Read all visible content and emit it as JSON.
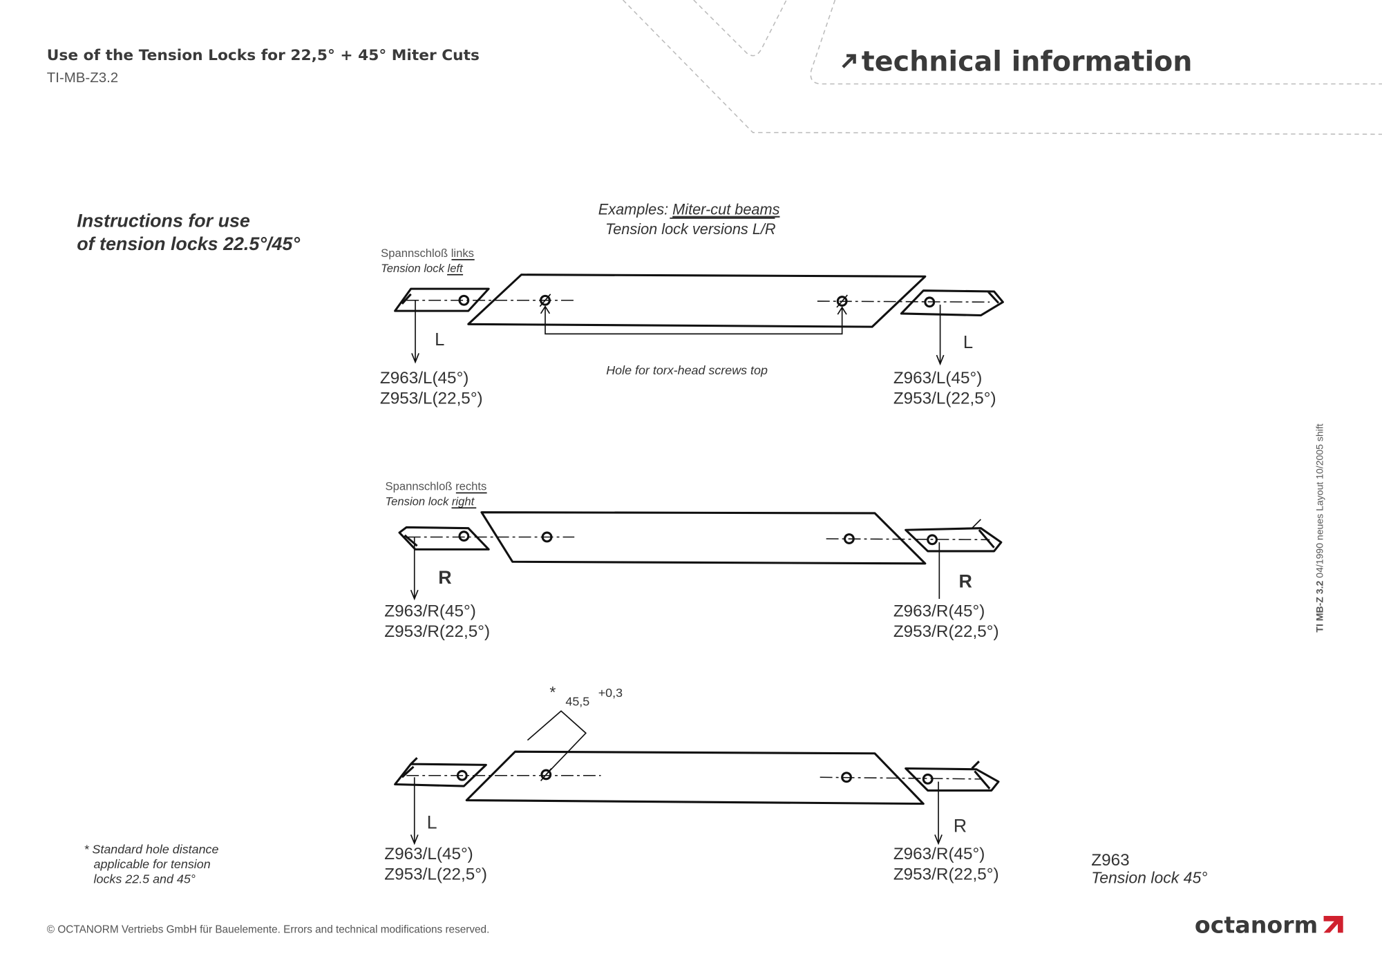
{
  "header": {
    "title": "Use of the Tension Locks for 22,5° + 45° Miter Cuts",
    "doc_id": "TI-MB-Z3.2",
    "section": "technical information",
    "section_icon": "arrow-up-right-icon"
  },
  "instructions": {
    "line1": "Instructions for use",
    "line2": "of tension locks 22.5°/45°"
  },
  "examples": {
    "line1_prefix": "Examples: ",
    "line1_link": "Miter-cut beams",
    "line2": "Tension lock versions L/R"
  },
  "row1": {
    "label_de_prefix": "Spannschloß ",
    "label_de_link": "links",
    "label_en_prefix": "Tension lock ",
    "label_en_link": "left",
    "left_letter": "L",
    "right_letter": "L",
    "hole_note": "Hole for torx-head screws top",
    "left_codes": [
      "Z963/L(45°)",
      "Z953/L(22,5°)"
    ],
    "right_codes": [
      "Z963/L(45°)",
      "Z953/L(22,5°)"
    ]
  },
  "row2": {
    "label_de_prefix": "Spannschloß ",
    "label_de_link": "rechts",
    "label_en_prefix": "Tension lock ",
    "label_en_link": "right",
    "left_letter": "R",
    "right_letter": "R",
    "left_codes": [
      "Z963/R(45°)",
      "Z953/R(22,5°)"
    ],
    "right_codes": [
      "Z963/R(45°)",
      "Z953/R(22,5°)"
    ]
  },
  "row3": {
    "dim_star": "*",
    "dim_value": "45,5",
    "dim_tol": "+0,3",
    "left_letter": "L",
    "right_letter": "R",
    "left_codes": [
      "Z963/L(45°)",
      "Z953/L(22,5°)"
    ],
    "right_codes": [
      "Z963/R(45°)",
      "Z953/R(22,5°)"
    ]
  },
  "footnote": [
    "* Standard hole distance",
    "applicable for tension",
    "locks 22.5 and 45°"
  ],
  "product": {
    "code": "Z963",
    "name": "Tension lock 45°"
  },
  "side_note": {
    "bold": "TI MB-Z 3.2",
    "rest": " 04/1990  neues Layout 10/2005 shift"
  },
  "footer": {
    "copyright": "© OCTANORM Vertriebs GmbH für Bauelemente. Errors and technical modifications reserved.",
    "logo": "octanorm"
  },
  "colors": {
    "brand_red": "#d0202e",
    "text_dark": "#3a3a3a"
  }
}
